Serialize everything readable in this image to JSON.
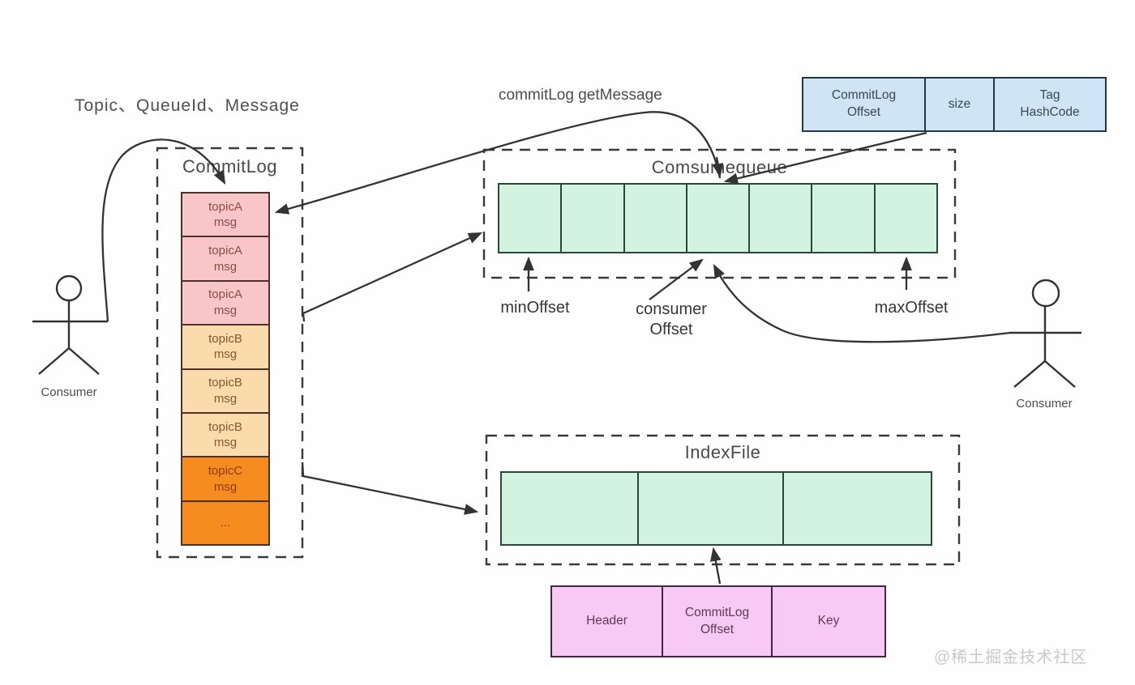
{
  "labels": {
    "topic_input": "Topic、QueueId、Message",
    "commitlog_get_message": "commitLog getMessage",
    "min_offset": "minOffset",
    "consumer_offset": "consumer\nOffset",
    "max_offset": "maxOffset",
    "consumer_left": "Consumer",
    "consumer_right": "Consumer",
    "watermark": "@稀土掘金技术社区"
  },
  "commitlog": {
    "title": "CommitLog",
    "cells": [
      {
        "topic": "topicA",
        "text": "topicA\nmsg"
      },
      {
        "topic": "topicA",
        "text": "topicA\nmsg"
      },
      {
        "topic": "topicA",
        "text": "topicA\nmsg"
      },
      {
        "topic": "topicB",
        "text": "topicB\nmsg"
      },
      {
        "topic": "topicB",
        "text": "topicB\nmsg"
      },
      {
        "topic": "topicB",
        "text": "topicB\nmsg"
      },
      {
        "topic": "topicC",
        "text": "topicC\nmsg"
      },
      {
        "topic": "topicC",
        "text": "..."
      }
    ]
  },
  "consumequeue": {
    "title": "Comsumequeue",
    "slot_count": 7,
    "entry_struct": {
      "col1": "CommitLog\nOffset",
      "col2": "size",
      "col3": "Tag\nHashCode"
    }
  },
  "indexfile": {
    "title": "IndexFile",
    "slot_count": 3,
    "entry_struct": {
      "col1": "Header",
      "col2": "CommitLog\nOffset",
      "col3": "Key"
    }
  },
  "colors": {
    "topic_a_fill": "#f8c6c9",
    "topic_b_fill": "#fbdaab",
    "topic_c_fill": "#f68b20",
    "queue_slot_fill": "#d3f3e1",
    "cq_entry_fill": "#cfe4f7",
    "index_entry_fill": "#f9c9f5",
    "line_color": "#333333",
    "dashed_border_color": "#3a3a3a"
  }
}
